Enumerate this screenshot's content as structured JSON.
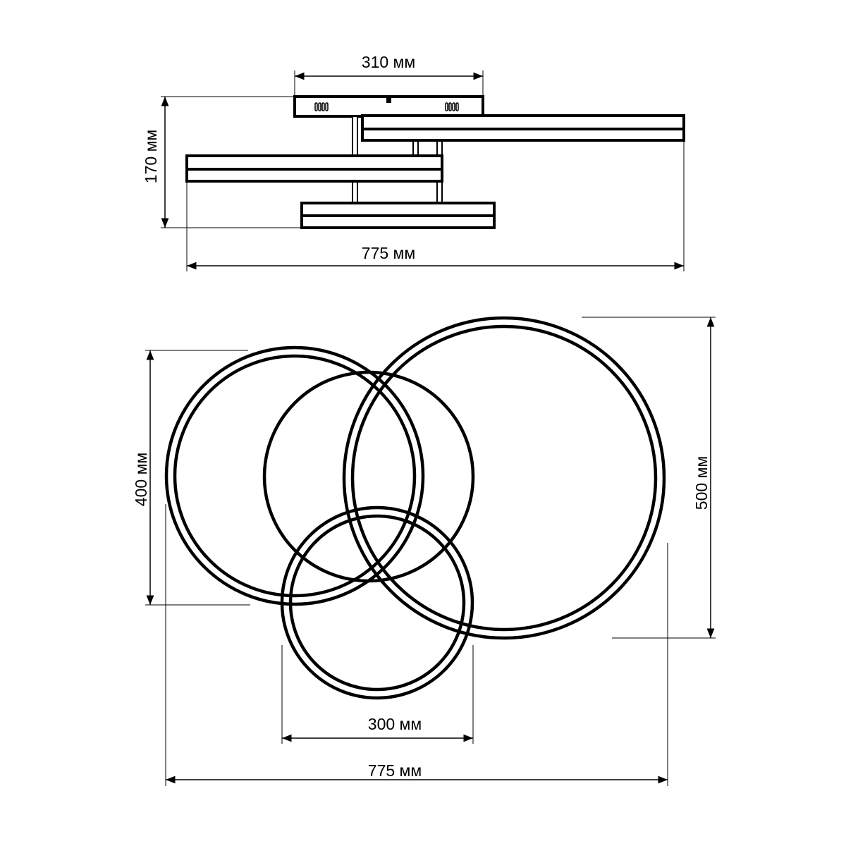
{
  "side_view": {
    "base_width": "310 мм",
    "height": "170 мм",
    "total_width": "775 мм"
  },
  "top_view": {
    "large_ring": "500 мм",
    "medium_ring": "400 мм",
    "small_ring": "300 мм",
    "total_width": "775 мм"
  },
  "colors": {
    "line": "#000000",
    "background": "#ffffff"
  }
}
